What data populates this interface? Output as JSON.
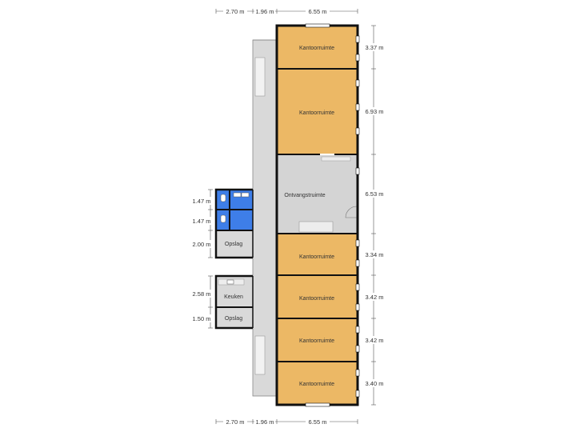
{
  "colors": {
    "office": "#ecb865",
    "reception": "#d4d4d4",
    "corridor": "#d9d9d9",
    "storage": "#d9d9d9",
    "bathroom": "#3e7ee8",
    "wall": "#111111",
    "dimension": "#555555"
  },
  "rooms": [
    {
      "id": "office-1",
      "label": "Kantoorruimte",
      "type": "office"
    },
    {
      "id": "office-2",
      "label": "Kantoorruimte",
      "type": "office"
    },
    {
      "id": "reception",
      "label": "Ontvangstruimte",
      "type": "reception"
    },
    {
      "id": "office-3",
      "label": "Kantoorruimte",
      "type": "office"
    },
    {
      "id": "office-4",
      "label": "Kantoorruimte",
      "type": "office"
    },
    {
      "id": "office-5",
      "label": "Kantoorruimte",
      "type": "office"
    },
    {
      "id": "office-6",
      "label": "Kantoorruimte",
      "type": "office"
    },
    {
      "id": "storage-1",
      "label": "Opslag",
      "type": "storage"
    },
    {
      "id": "kitchen",
      "label": "Keuken",
      "type": "storage"
    },
    {
      "id": "storage-2",
      "label": "Opslag",
      "type": "storage"
    },
    {
      "id": "bathroom-1",
      "label": "",
      "type": "bathroom"
    },
    {
      "id": "bathroom-2",
      "label": "",
      "type": "bathroom"
    }
  ],
  "dimensions": {
    "top": [
      "2.70 m",
      "1.96 m",
      "6.55 m"
    ],
    "bottom": [
      "2.70 m",
      "1.96 m",
      "6.55 m"
    ],
    "right": [
      "3.37 m",
      "6.93 m",
      "6.53 m",
      "3.34 m",
      "3.42 m",
      "3.42 m",
      "3.40 m"
    ],
    "left": [
      "1.47 m",
      "1.47 m",
      "2.00 m",
      "2.58 m",
      "1.50 m"
    ]
  }
}
